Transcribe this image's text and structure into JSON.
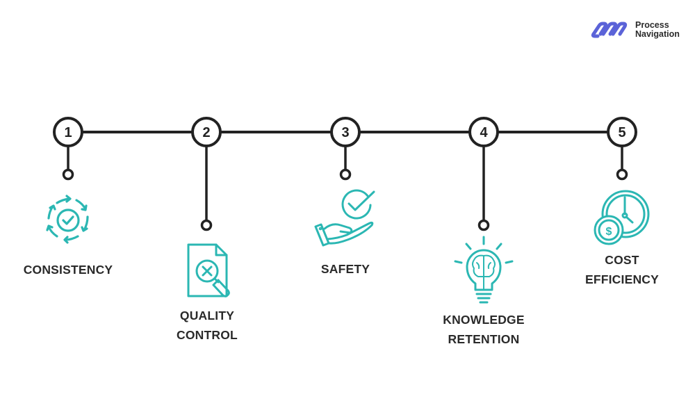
{
  "brand": {
    "name_line1": "Process",
    "name_line2": "Navigation",
    "logo_color": "#5b63d8"
  },
  "colors": {
    "line": "#222222",
    "icon": "#2bb7b3",
    "text": "#2a2a2a"
  },
  "steps": [
    {
      "number": "1",
      "label_line1": "CONSISTENCY",
      "label_line2": "",
      "icon": "cycle-check-icon"
    },
    {
      "number": "2",
      "label_line1": "QUALITY",
      "label_line2": "CONTROL",
      "icon": "document-search-icon"
    },
    {
      "number": "3",
      "label_line1": "SAFETY",
      "label_line2": "",
      "icon": "hand-check-icon"
    },
    {
      "number": "4",
      "label_line1": "KNOWLEDGE",
      "label_line2": "RETENTION",
      "icon": "lightbulb-brain-icon"
    },
    {
      "number": "5",
      "label_line1": "COST",
      "label_line2": "EFFICIENCY",
      "icon": "clock-coin-icon"
    }
  ]
}
